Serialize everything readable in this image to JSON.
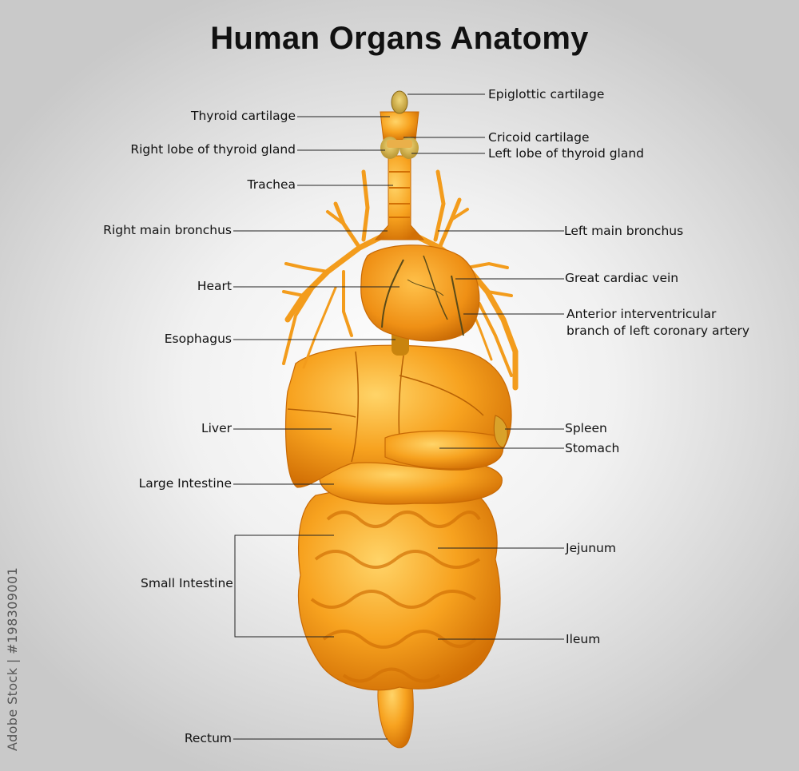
{
  "title": "Human Organs Anatomy",
  "watermark": "Adobe Stock | #198309001",
  "colors": {
    "organ": "#f7a21f",
    "organ_light": "#ffcc55",
    "organ_dark": "#d87808",
    "thyroid": "#d8b450",
    "vein": "#5a4a18",
    "leader": "#222222"
  },
  "labels": {
    "epiglottic": "Epiglottic cartilage",
    "thyroid_cart": "Thyroid cartilage",
    "cricoid": "Cricoid cartilage",
    "right_thyroid": "Right lobe of thyroid gland",
    "left_thyroid": "Left lobe of thyroid gland",
    "trachea": "Trachea",
    "right_bronchus": "Right main bronchus",
    "left_bronchus": "Left main bronchus",
    "heart": "Heart",
    "great_cardiac": "Great cardiac vein",
    "anterior_line1": "Anterior interventricular",
    "anterior_line2": "branch of left coronary artery",
    "esophagus": "Esophagus",
    "liver": "Liver",
    "spleen": "Spleen",
    "stomach": "Stomach",
    "large_intestine": "Large Intestine",
    "jejunum": "Jejunum",
    "small_intestine": "Small Intestine",
    "ileum": "Ileum",
    "rectum": "Rectum"
  }
}
